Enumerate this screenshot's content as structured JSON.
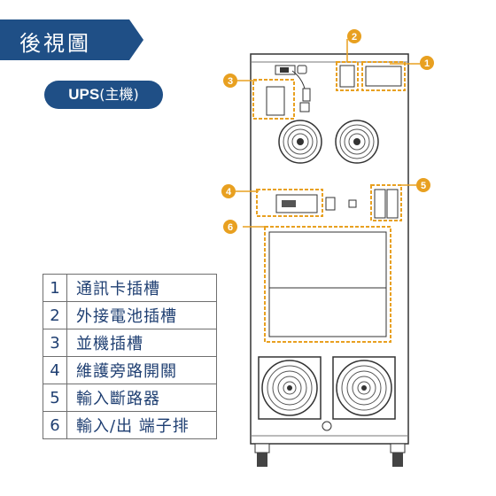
{
  "header": {
    "title": "後視圖",
    "subtitle_bold": "UPS",
    "subtitle_rest": "(主機)"
  },
  "callouts": [
    "1",
    "2",
    "3",
    "4",
    "5",
    "6"
  ],
  "legend": [
    {
      "num": "1",
      "label": "通訊卡插槽"
    },
    {
      "num": "2",
      "label": "外接電池插槽"
    },
    {
      "num": "3",
      "label": "並機插槽"
    },
    {
      "num": "4",
      "label": "維護旁路開關"
    },
    {
      "num": "5",
      "label": "輸入斷路器"
    },
    {
      "num": "6",
      "label": "輸入/出 端子排"
    }
  ],
  "colors": {
    "brand_blue": "#1f4f86",
    "callout_orange": "#e8a020",
    "outline": "#333333"
  }
}
